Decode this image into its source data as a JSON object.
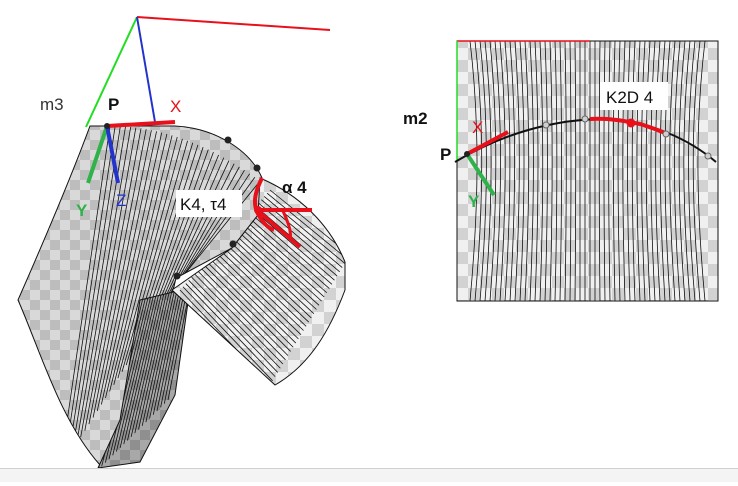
{
  "labels": {
    "m3": "m3",
    "m2": "m2",
    "p_left": "P",
    "p_right": "P",
    "x_left": "X",
    "x_right": "X",
    "y_left": "Y",
    "y_right": "Y",
    "z_left": "Z",
    "k4_tau4": "K4, τ4",
    "alpha4": "α 4",
    "k2d4": "K2D 4"
  },
  "colors": {
    "x_axis": "#e8101a",
    "y_axis": "#2fb24a",
    "z_axis": "#2233cc",
    "green_line": "#22dd22",
    "red_curve": "#e8101a",
    "surface_light": "#d8d8d8",
    "surface_dark": "#a9a9a9",
    "hatch": "#111111"
  }
}
